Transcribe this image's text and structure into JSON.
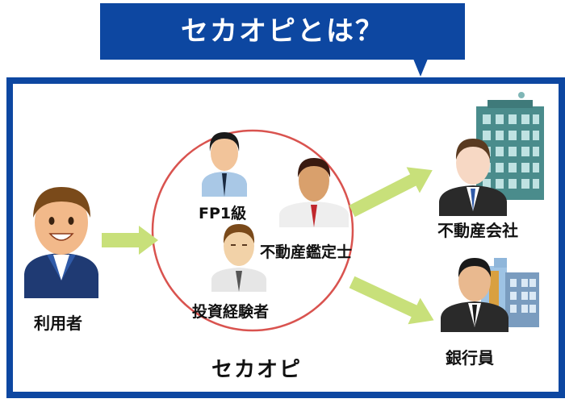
{
  "header": {
    "title": "セカオピとは？"
  },
  "diagram": {
    "user_label": "利用者",
    "group_label": "セカオピ",
    "experts": [
      {
        "id": "fp",
        "label": "FP1級"
      },
      {
        "id": "appraiser",
        "label": "不動産鑑定士"
      },
      {
        "id": "investor",
        "label": "投資経験者"
      }
    ],
    "targets": [
      {
        "id": "realestate",
        "label": "不動産会社"
      },
      {
        "id": "bank",
        "label": "銀行員"
      }
    ]
  },
  "colors": {
    "title_bg": "#0d47a1",
    "frame": "#0d47a1",
    "circle": "#d9534f",
    "arrow": "#c8e07a"
  }
}
